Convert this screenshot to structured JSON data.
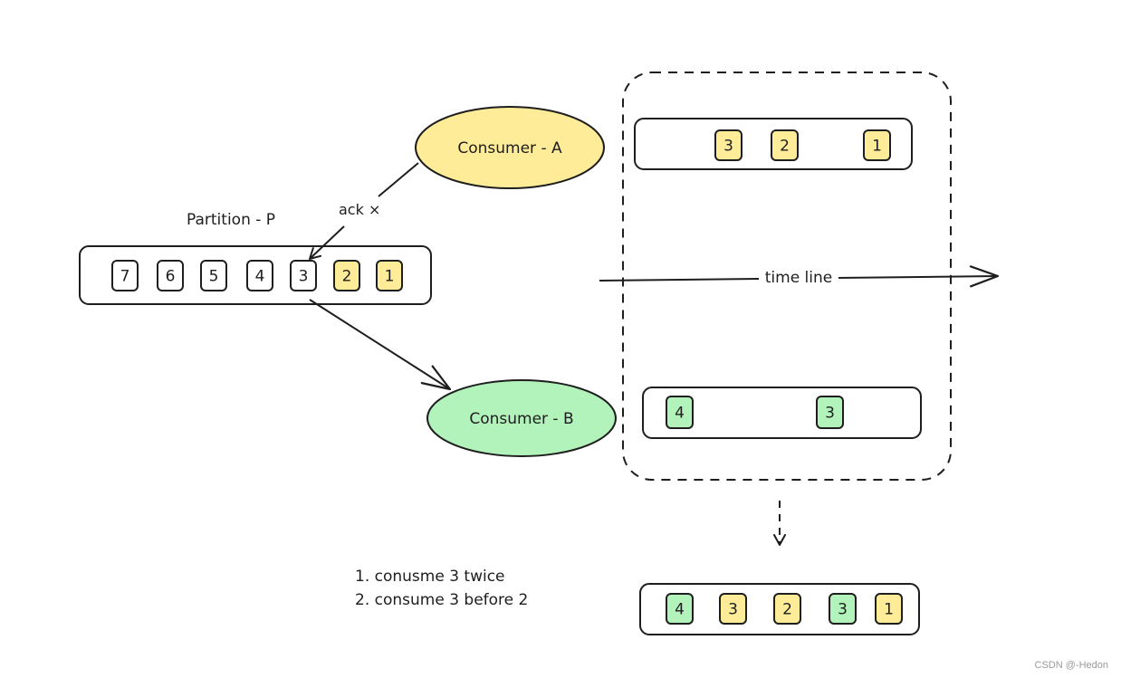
{
  "colors": {
    "ink": "#1e1e1e",
    "yellow": "#ffec99",
    "green": "#b2f2bb",
    "white": "#ffffff"
  },
  "partition": {
    "label": "Partition - P",
    "messages": [
      {
        "text": "7",
        "color": "white"
      },
      {
        "text": "6",
        "color": "white"
      },
      {
        "text": "5",
        "color": "white"
      },
      {
        "text": "4",
        "color": "white"
      },
      {
        "text": "3",
        "color": "white"
      },
      {
        "text": "2",
        "color": "yellow"
      },
      {
        "text": "1",
        "color": "yellow"
      }
    ]
  },
  "consumer_a": {
    "label": "Consumer - A",
    "color": "yellow",
    "ack_label": "ack ×"
  },
  "consumer_b": {
    "label": "Consumer - B",
    "color": "green"
  },
  "timeline": {
    "label": "time line",
    "row_a": [
      {
        "text": "3",
        "color": "yellow"
      },
      {
        "text": "2",
        "color": "yellow"
      },
      {
        "text": "1",
        "color": "yellow"
      }
    ],
    "row_b": [
      {
        "text": "4",
        "color": "green"
      },
      {
        "text": "3",
        "color": "green"
      }
    ]
  },
  "result": {
    "messages": [
      {
        "text": "4",
        "color": "green"
      },
      {
        "text": "3",
        "color": "yellow"
      },
      {
        "text": "2",
        "color": "yellow"
      },
      {
        "text": "3",
        "color": "green"
      },
      {
        "text": "1",
        "color": "yellow"
      }
    ]
  },
  "notes": [
    "1. conusme 3 twice",
    "2. consume 3 before 2"
  ],
  "watermark": "CSDN @-Hedon"
}
